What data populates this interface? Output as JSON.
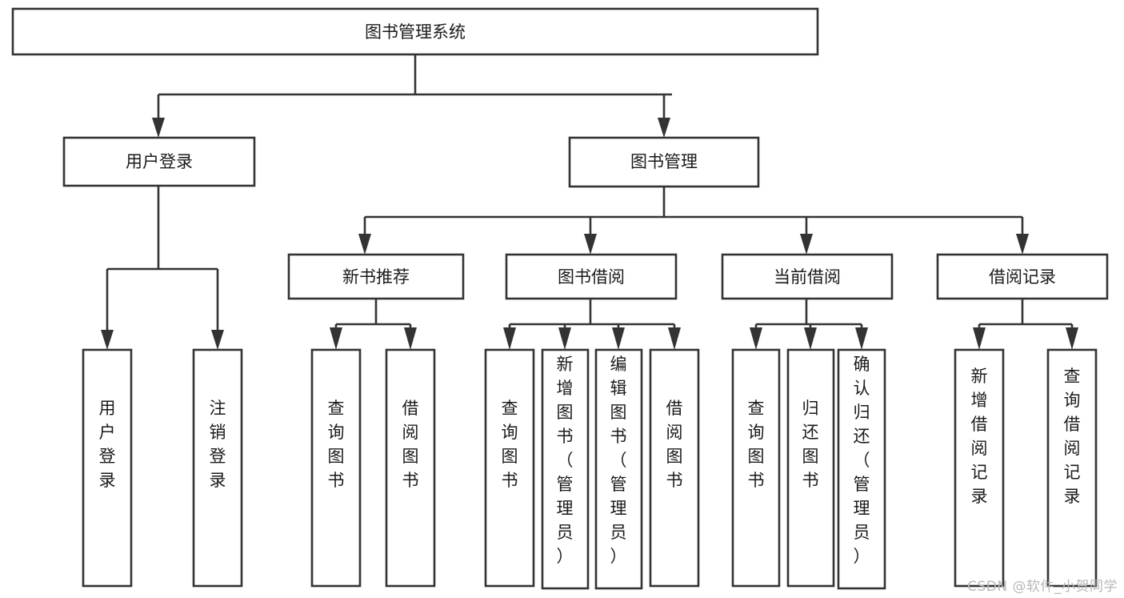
{
  "diagram": {
    "type": "tree",
    "title": "图书管理系统",
    "orientation": "top-down",
    "edge_style": "orthogonal-arrow",
    "colors": {
      "node_fill": "#ffffff",
      "node_stroke": "#333333",
      "text": "#1a1a1a",
      "background": "#ffffff",
      "watermark": "#b8b8b8"
    },
    "root": {
      "id": "root",
      "label": "图书管理系统"
    },
    "level2": [
      {
        "id": "user-login",
        "label": "用户登录"
      },
      {
        "id": "book-manage",
        "label": "图书管理"
      }
    ],
    "level3": [
      {
        "id": "new-book-recommend",
        "label": "新书推荐",
        "parent": "book-manage"
      },
      {
        "id": "book-borrow",
        "label": "图书借阅",
        "parent": "book-manage"
      },
      {
        "id": "current-borrow",
        "label": "当前借阅",
        "parent": "book-manage"
      },
      {
        "id": "borrow-record",
        "label": "借阅记录",
        "parent": "book-manage"
      }
    ],
    "leaves": [
      {
        "id": "leaf-user-login",
        "label": "用户登录",
        "parent": "user-login"
      },
      {
        "id": "leaf-user-logout",
        "label": "注销登录",
        "parent": "user-login"
      },
      {
        "id": "leaf-query-book-1",
        "label": "查询图书",
        "parent": "new-book-recommend"
      },
      {
        "id": "leaf-borrow-book-1",
        "label": "借阅图书",
        "parent": "new-book-recommend"
      },
      {
        "id": "leaf-query-book-2",
        "label": "查询图书",
        "parent": "book-borrow"
      },
      {
        "id": "leaf-add-book",
        "label": "新增图书（管理员）",
        "parent": "book-borrow"
      },
      {
        "id": "leaf-edit-book",
        "label": "编辑图书（管理员）",
        "parent": "book-borrow"
      },
      {
        "id": "leaf-borrow-book-2",
        "label": "借阅图书",
        "parent": "book-borrow"
      },
      {
        "id": "leaf-query-book-3",
        "label": "查询图书",
        "parent": "current-borrow"
      },
      {
        "id": "leaf-return-book",
        "label": "归还图书",
        "parent": "current-borrow"
      },
      {
        "id": "leaf-confirm-return",
        "label": "确认归还（管理员）",
        "parent": "current-borrow"
      },
      {
        "id": "leaf-add-record",
        "label": "新增借阅记录",
        "parent": "borrow-record"
      },
      {
        "id": "leaf-query-record",
        "label": "查询借阅记录",
        "parent": "borrow-record"
      }
    ]
  },
  "watermark": {
    "text": "CSDN @软件_小贺同学"
  }
}
